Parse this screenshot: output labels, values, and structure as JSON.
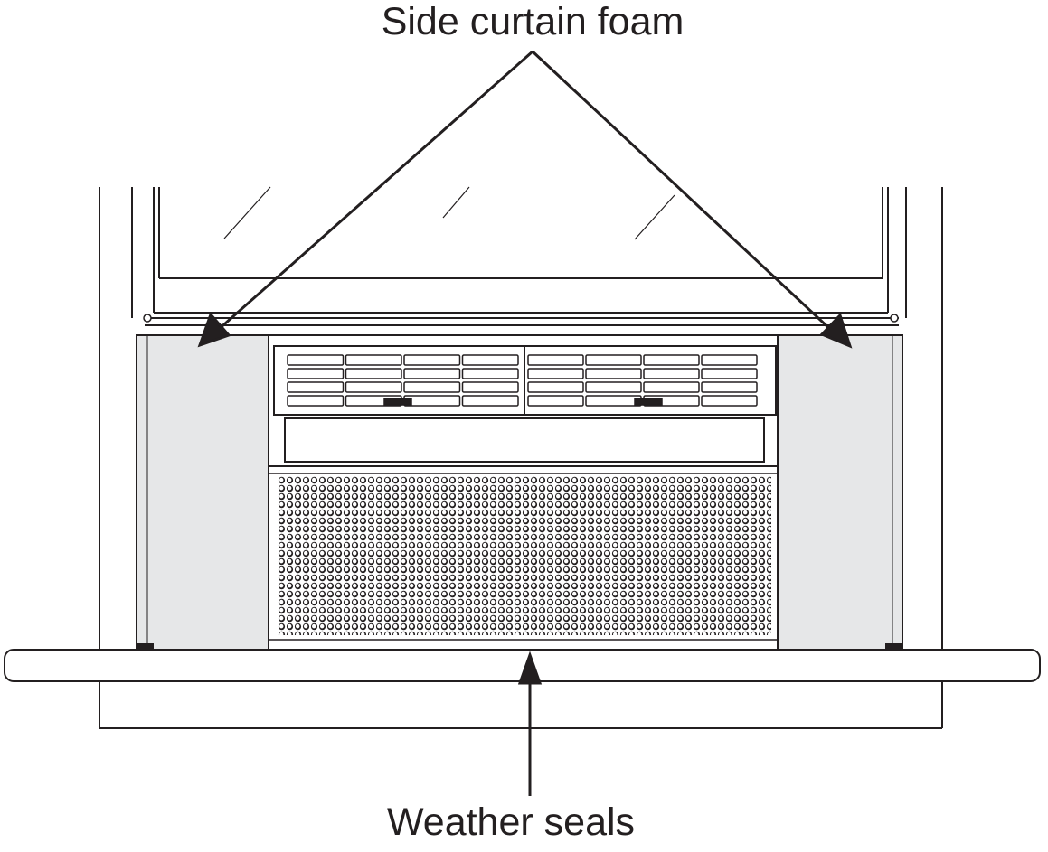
{
  "labels": {
    "side_curtain_foam": "Side curtain foam",
    "weather_seals": "Weather seals"
  },
  "colors": {
    "line": "#231f20",
    "foam_fill": "#e6e7e8",
    "background": "#ffffff"
  },
  "icons": {
    "arrow": "arrowhead"
  }
}
